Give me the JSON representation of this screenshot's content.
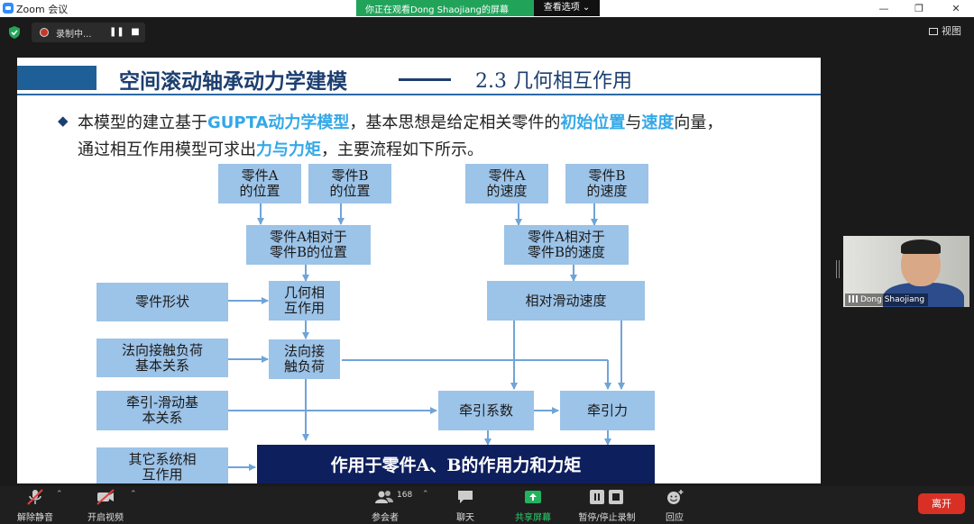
{
  "window": {
    "app_title": "Zoom 会议",
    "minimize": "—",
    "restore": "❐",
    "close": "✕"
  },
  "share_banner": {
    "text": "你正在观看Dong  Shaojiang的屏幕",
    "options": "查看选项 ⌄"
  },
  "recording": {
    "label": "录制中...",
    "pause": "❚❚",
    "stop": "■"
  },
  "view_button": {
    "label": "视图"
  },
  "slide": {
    "title": "空间滚动轴承动力学建模",
    "section": "2.3  几何相互作用",
    "bullet_mark": "◆",
    "line1": {
      "t1": "本模型的建立基于",
      "h1": "GUPTA动力学模型",
      "t2": "，基本思想是给定相关零件的",
      "h2": "初始位置",
      "t3": "与",
      "h3": "速度",
      "t4": "向量，"
    },
    "line2": {
      "t1": "通过相互作用模型可求出",
      "h1": "力与力矩",
      "t2": "，主要流程如下所示。"
    },
    "boxes": {
      "posA_l1": "零件A",
      "posA_l2": "的位置",
      "posB_l1": "零件B",
      "posB_l2": "的位置",
      "velA_l1": "零件A",
      "velA_l2": "的速度",
      "velB_l1": "零件B",
      "velB_l2": "的速度",
      "relpos_l1": "零件A相对于",
      "relpos_l2": "零件B的位置",
      "relvel_l1": "零件A相对于",
      "relvel_l2": "零件B的速度",
      "shape": "零件形状",
      "geom_l1": "几何相",
      "geom_l2": "互作用",
      "slide_vel": "相对滑动速度",
      "normal_rel_l1": "法向接触负荷",
      "normal_rel_l2": "基本关系",
      "normal_load_l1": "法向接",
      "normal_load_l2": "触负荷",
      "traction_rel_l1": "牵引-滑动基",
      "traction_rel_l2": "本关系",
      "traction_coef": "牵引系数",
      "traction_force": "牵引力",
      "other_rel_l1": "其它系统相",
      "other_rel_l2": "互作用",
      "result": "作用于零件A、B的作用力和力矩"
    }
  },
  "participant": {
    "name": "Dong Shaojiang"
  },
  "toolbar": {
    "unmute": "解除静音",
    "start_video": "开启视频",
    "participants": "参会者",
    "participants_count": "168",
    "chat": "聊天",
    "share": "共享屏幕",
    "record": "暂停/停止录制",
    "reactions": "回应",
    "leave": "离开"
  },
  "colors": {
    "share_green": "#21a35a",
    "slide_title": "#1d3f70",
    "highlight": "#33a8e8",
    "box_fill": "#9cc3e8",
    "result_fill": "#0e1f5e",
    "leave_red": "#d93025"
  }
}
